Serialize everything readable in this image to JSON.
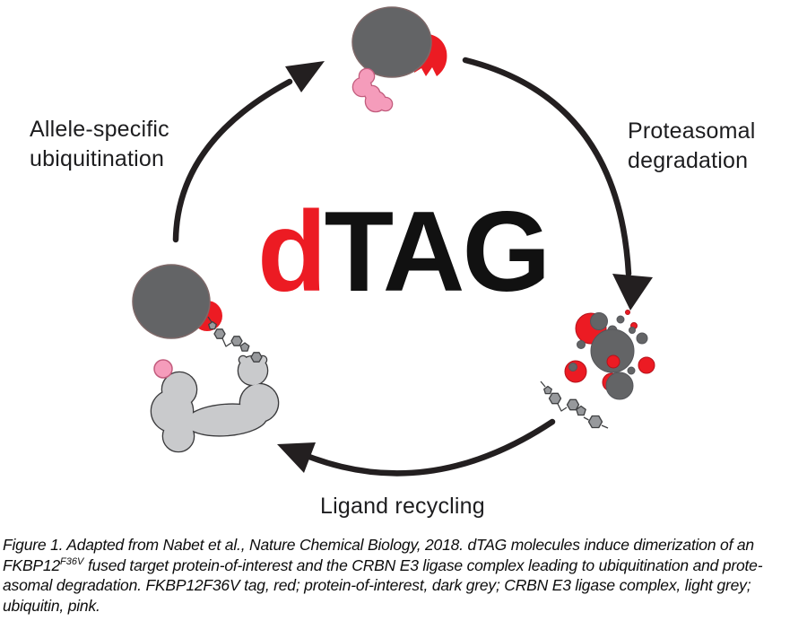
{
  "figure": {
    "title": {
      "d": "d",
      "tag": "TAG"
    },
    "labels": {
      "allele": {
        "line1": "Allele-specific",
        "line2": "ubiquitination"
      },
      "proteasomal": {
        "line1": "Proteasomal",
        "line2": "degradation"
      },
      "ligand": "Ligand recycling"
    },
    "colors": {
      "red": "#EC1B23",
      "dark_grey": "#636466",
      "light_grey": "#C9CACC",
      "pink": "#F59CBB",
      "arrow_black": "#231F20"
    }
  },
  "caption": {
    "line1": "Figure 1. Adapted from Nabet et al., Nature Chemical Biology, 2018. dTAG molecules induce dimerization of an",
    "line2_pre": "FKBP12",
    "line2_sup": "F36V",
    "line2_post": " fused target protein-of-interest and the CRBN E3 ligase complex leading to ubiquitination and prote-",
    "line3": "asomal degradation. FKBP12F36V tag, red; protein-of-interest, dark grey; CRBN E3 ligase complex, light grey;",
    "line4": "ubiquitin, pink."
  }
}
